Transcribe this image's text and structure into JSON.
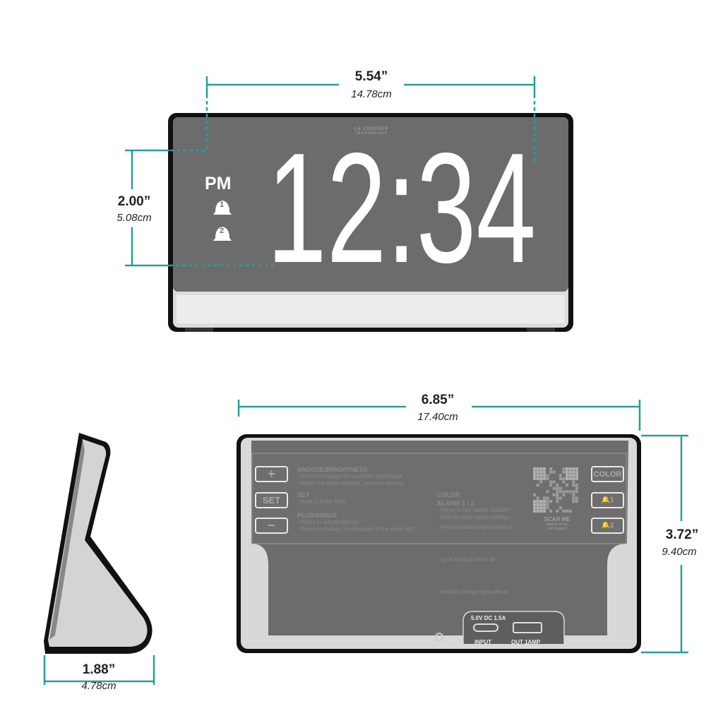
{
  "colors": {
    "dimension": "#2a9d9a",
    "screen": "#6c6c6c",
    "body_outline": "#111111",
    "digits": "#ffffff"
  },
  "front": {
    "brand_line1": "LA CROSSE®",
    "brand_line2": "TECHNOLOGY",
    "time_digits": "12:34",
    "pm_label": "PM",
    "alarm1": "1",
    "alarm2": "2",
    "width_in": "5.54”",
    "width_cm": "14.78cm",
    "height_in": "2.00”",
    "height_cm": "5.08cm"
  },
  "back": {
    "width_in": "6.85”",
    "width_cm": "17.40cm",
    "height_in": "3.72”",
    "height_cm": "9.40cm",
    "buttons_left": [
      "+",
      "SET",
      "−"
    ],
    "buttons_right": [
      "COLOR",
      "1",
      "2"
    ],
    "instructions": [
      {
        "title": "SNOOZE/BRIGHTNESS",
        "lines": [
          "- Press to change the numbers brightness",
          "- When the alarm sounds, press to snooze"
        ]
      },
      {
        "title": "SET",
        "lines": [
          "- Hold to enter time"
        ]
      },
      {
        "title": "PLUS/MINUS",
        "lines": [
          "- Press to adjust settings",
          "- Press to change the intensity of the color light"
        ]
      },
      {
        "title": "COLOR",
        "lines": [
          "- Press to select light colors or",
          "  cycle through them all",
          "- Hold to change light effects"
        ]
      },
      {
        "title": "ALARM 1 / 2",
        "lines": [
          "- Press to turn alarm ON/OFF",
          "- Hold to enter alarm settings"
        ]
      }
    ],
    "qr": {
      "title": "SCAN ME",
      "subtitle1": "Additional Info",
      "subtitle2": "and Support"
    },
    "ports": {
      "rating": "5.0V DC 1.5A",
      "input_label": "INPUT",
      "output_label": "OUT 1AMP"
    }
  },
  "side": {
    "depth_in": "1.88”",
    "depth_cm": "4.78cm"
  }
}
